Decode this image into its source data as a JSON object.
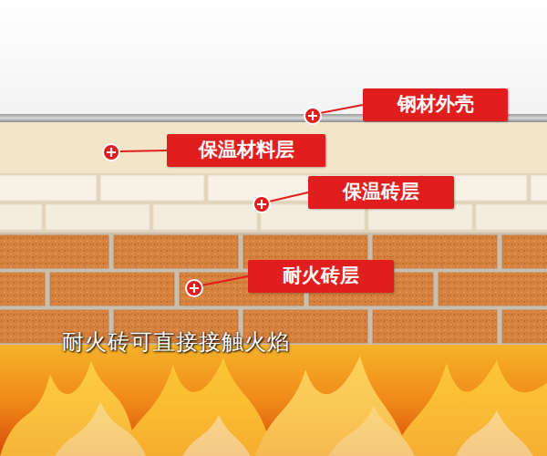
{
  "diagram": {
    "nodes": [
      {
        "text": [
          "钢材外壳"
        ]
      },
      {
        "text": [
          "保温材料层"
        ]
      },
      {
        "text": [
          "保温砖层"
        ]
      },
      {
        "text": [
          "耐火砖层"
        ]
      }
    ],
    "labels": [
      "耐火砖可直接接触火焰"
    ]
  }
}
